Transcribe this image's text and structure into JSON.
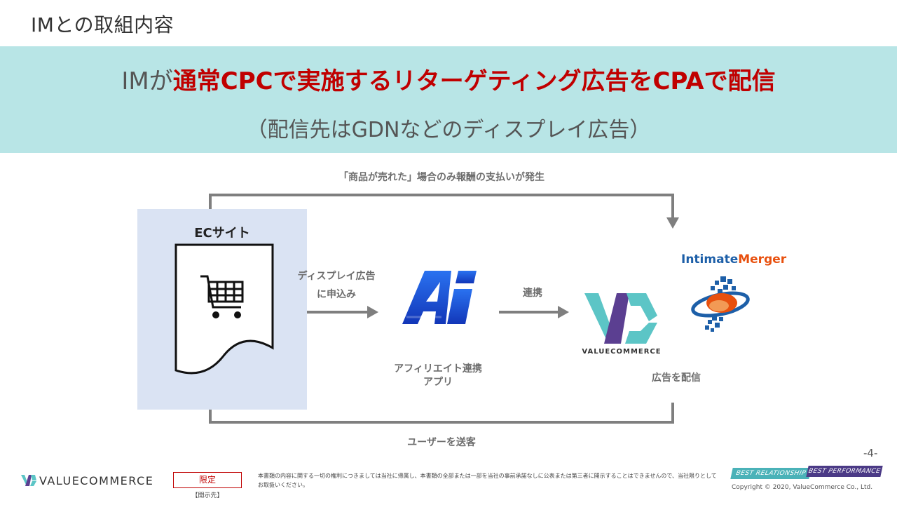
{
  "slide": {
    "title": "IMとの取組内容"
  },
  "banner": {
    "headline_prefix": "IMが",
    "headline_highlight": "通常CPCで実施するリターゲティング広告をCPAで配信",
    "subline": "（配信先はGDNなどのディスプレイ広告）"
  },
  "diagram": {
    "ec_site_label": "ECサイト",
    "top_flow_label": "「商品が売れた」場合のみ報酬の支払いが発生",
    "display_ad_line1": "ディスプレイ広告",
    "display_ad_line2": "に申込み",
    "link_label": "連携",
    "affiliate_app_line1": "アフィリエイト連携",
    "affiliate_app_line2": "アプリ",
    "deliver_label": "広告を配信",
    "bottom_flow_label": "ユーザーを送客",
    "vc_logo_text": "VALUECOMMERCE",
    "im_logo_part1": "Intimate",
    "im_logo_part2": "Merger",
    "colors": {
      "arrow": "#7f7f7f",
      "ai_blue": "#1a4fd6",
      "vc_teal": "#4fbcc0",
      "vc_purple": "#5b3f91",
      "im_blue": "#1d5fa8",
      "im_orange": "#e8500e"
    }
  },
  "footer": {
    "page_number": "-4-",
    "brand": "VALUECOMMERCE",
    "limited_label": "限定",
    "limited_sub": "【開示先】",
    "disclaimer": "本書類の内容に関する一切の権利につきましては当社に帰属し、本書類の全部または一部を当社の事前承諾なしに公表または第三者に開示することはできませんので、当社限りとしてお取扱いください。",
    "tag_best_relationship": "BEST RELATIONSHIP",
    "tag_best_performance": "BEST PERFORMANCE",
    "copyright": "Copyright © 2020, ValueCommerce Co., Ltd."
  }
}
